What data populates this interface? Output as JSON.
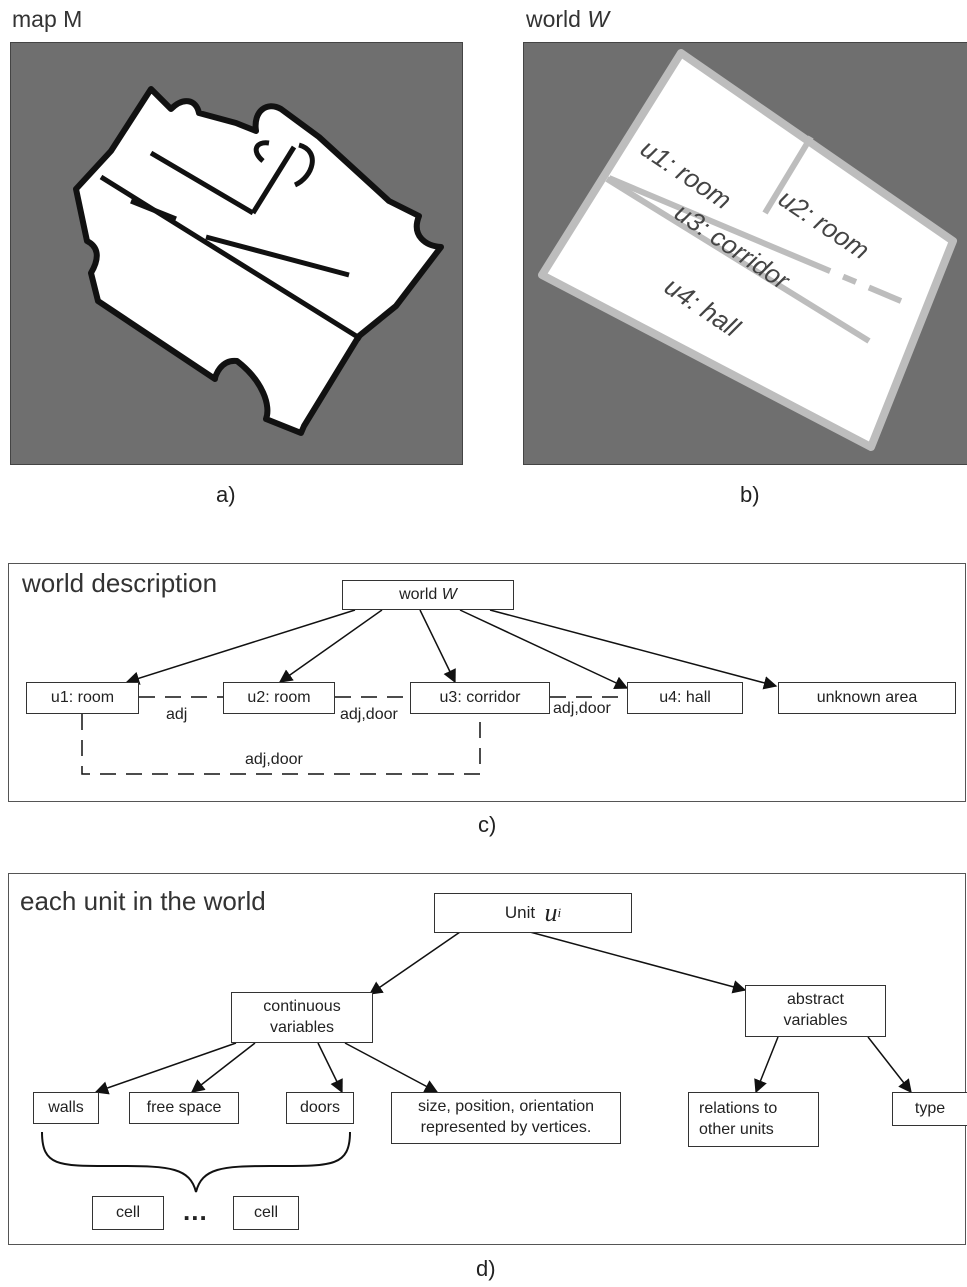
{
  "panel_a": {
    "title": "map M",
    "label": "a)"
  },
  "panel_b": {
    "title": "world",
    "title_symbol": "W",
    "label": "b)",
    "units": [
      "u1: room",
      "u2: room",
      "u3: corridor",
      "u4: hall"
    ]
  },
  "panel_c": {
    "title": "world description",
    "label": "c)",
    "root": {
      "text": "world",
      "symbol": "W"
    },
    "nodes": [
      "u1: room",
      "u2: room",
      "u3: corridor",
      "u4: hall",
      "unknown area"
    ],
    "edge_labels": [
      "adj",
      "adj,door",
      "adj,door",
      "adj,door"
    ]
  },
  "panel_d": {
    "title": "each unit in the world",
    "label": "d)",
    "root": {
      "text": "Unit",
      "symbol": "u",
      "subscript": "i"
    },
    "continuous": "continuous variables",
    "abstract": "abstract variables",
    "leaves": {
      "walls": "walls",
      "free_space": "free space",
      "doors": "doors",
      "size": "size, position, orientation represented by vertices.",
      "relations": "relations to other units",
      "type": "type"
    },
    "cells": [
      "cell",
      "cell"
    ],
    "ellipsis": "..."
  },
  "colors": {
    "map_gray": "#6f6f6f",
    "wall_light": "#bdbdbd",
    "wall_dark": "#111111"
  }
}
